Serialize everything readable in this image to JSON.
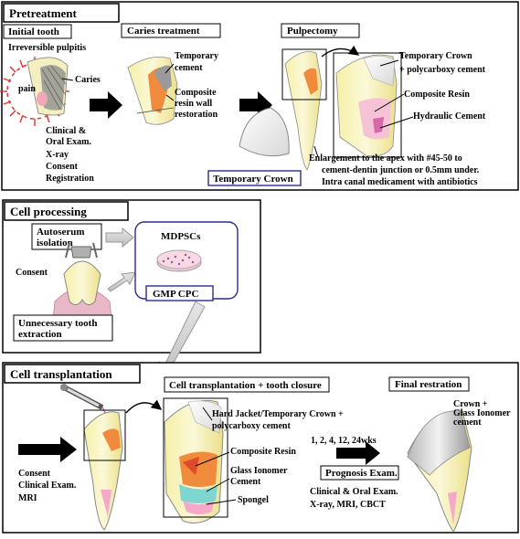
{
  "sections": {
    "pretreatment": "Pretreatment",
    "cell_processing": "Cell processing",
    "cell_transplantation": "Cell transplantation"
  },
  "pretreatment": {
    "initial_tooth": "Initial tooth",
    "irreversible_pulpitis": "Irreversible pulpitis",
    "pain": "pain",
    "caries": "Caries",
    "clinical_exam": [
      "Clinical &",
      "Oral Exam.",
      "X-ray",
      "Consent",
      "Registration"
    ],
    "caries_treatment": "Caries treatment",
    "temporary_cement": [
      "Temporary",
      "cement"
    ],
    "composite_wall": [
      "Composite",
      "resin wall",
      "restoration"
    ],
    "pulpectomy": "Pulpectomy",
    "temporary_crown_label": [
      "Temporary Crown",
      "+ polycarboxy cement"
    ],
    "composite_resin": "Composite Resin",
    "hydraulic_cement": "Hydraulic Cement",
    "temporary_crown_box": "Temporary Crown",
    "enlargement": [
      "Enlargement to the apex with #45-50  to",
      "cement-dentin junction or 0.5mm under.",
      "Intra canal medicament with antibiotics"
    ]
  },
  "cell_processing": {
    "autoserum": [
      "Autoserum",
      "isolation"
    ],
    "consent": "Consent",
    "unnecessary": [
      "Unnecessary tooth",
      "extraction"
    ],
    "mdpscs": "MDPSCs",
    "gmp_cpc": "GMP CPC"
  },
  "cell_transplantation": {
    "consent_list": [
      "Consent",
      "Clinical Exam.",
      "MRI"
    ],
    "closure_title": "Cell  transplantation + tooth closure",
    "hard_jacket": [
      "Hard Jacket/Temporary Crown +",
      "polycarboxy cement"
    ],
    "composite_resin": "Composite Resin",
    "glass_ionomer": [
      "Glass Ionomer",
      "Cement"
    ],
    "spongel": "Spongel",
    "weeks": "1, 2, 4, 12, 24wks",
    "prognosis": "Prognosis  Exam.",
    "exam_list": [
      "Clinical & Oral Exam.",
      "X-ray, MRI, CBCT"
    ],
    "final_title": "Final restration",
    "crown_final": [
      "Crown +",
      "Glass Ionomer",
      "cement"
    ]
  }
}
